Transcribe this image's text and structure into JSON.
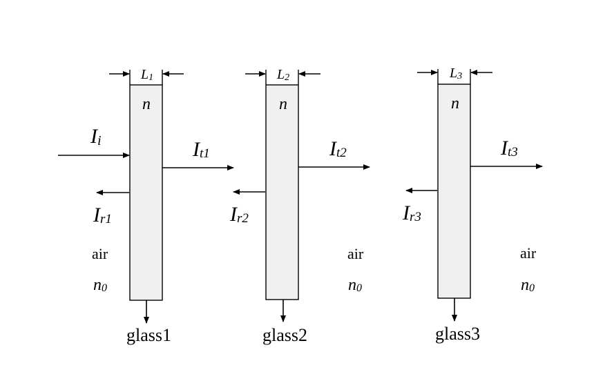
{
  "panels": [
    {
      "name": "glass1",
      "width_symbol": "L",
      "width_sub": "1",
      "index": "n",
      "transmitted_symbol": "I",
      "transmitted_sub": "t1",
      "reflected_symbol": "I",
      "reflected_sub": "r1",
      "medium": "air",
      "medium_index_symbol": "n",
      "medium_index_sub": "0"
    },
    {
      "name": "glass2",
      "width_symbol": "L",
      "width_sub": "2",
      "index": "n",
      "transmitted_symbol": "I",
      "transmitted_sub": "t2",
      "reflected_symbol": "I",
      "reflected_sub": "r2",
      "medium": "air",
      "medium_index_symbol": "n",
      "medium_index_sub": "0"
    },
    {
      "name": "glass3",
      "width_symbol": "L",
      "width_sub": "3",
      "index": "n",
      "transmitted_symbol": "I",
      "transmitted_sub": "t3",
      "reflected_symbol": "I",
      "reflected_sub": "r3",
      "medium": "air",
      "medium_index_symbol": "n",
      "medium_index_sub": "0"
    }
  ],
  "incident": {
    "symbol": "I",
    "sub": "i"
  },
  "colors": {
    "slab_fill": "#f0f0f0",
    "stroke": "#000000"
  }
}
